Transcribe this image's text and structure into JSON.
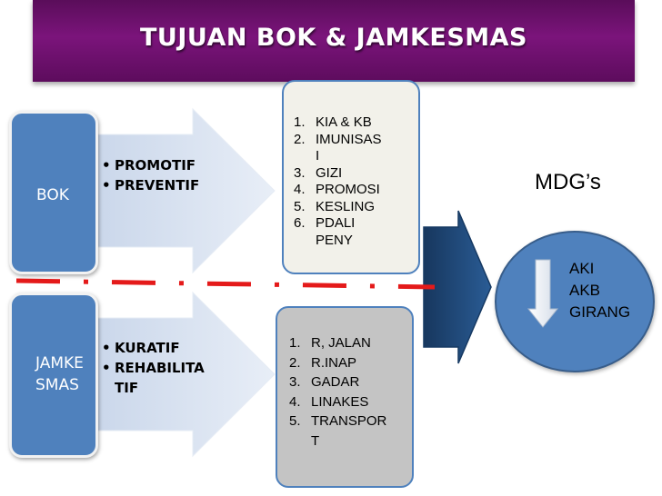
{
  "title": "TUJUAN  BOK & JAMKESMAS",
  "bok": {
    "label": "BOK",
    "bullets": [
      "PROMOTIF",
      "PREVENTIF"
    ],
    "programs": [
      {
        "num": "1.",
        "text": "KIA & KB"
      },
      {
        "num": "2.",
        "text": "IMUNISAS\nI"
      },
      {
        "num": "3.",
        "text": "GIZI"
      },
      {
        "num": "4.",
        "text": "PROMOSI"
      },
      {
        "num": "5.",
        "text": "KESLING"
      },
      {
        "num": "6.",
        "text": "PDALI\nPENY"
      }
    ]
  },
  "jamkesmas": {
    "label": "JAMKE\nSMAS",
    "bullets": [
      "KURATIF",
      "REHABILITA\nTIF"
    ],
    "programs": [
      {
        "num": "1.",
        "text": "R, JALAN"
      },
      {
        "num": "2.",
        "text": "R.INAP"
      },
      {
        "num": "3.",
        "text": "GADAR"
      },
      {
        "num": "4.",
        "text": "LINAKES"
      },
      {
        "num": "5.",
        "text": "TRANSPOR\nT"
      }
    ]
  },
  "mdg": {
    "label": "MDG’s",
    "goals": [
      "AKI",
      "AKB",
      "GIRANG"
    ]
  },
  "colors": {
    "title_bg": "#6b116b",
    "box_blue": "#4f81bd",
    "arrow_light": "#dbe4f1",
    "bok_list_bg": "#f2f1ea",
    "jamkesmas_list_bg": "#c4c4c4",
    "dark_arrow": "#1f4e79",
    "divider": "#e41a1a"
  }
}
